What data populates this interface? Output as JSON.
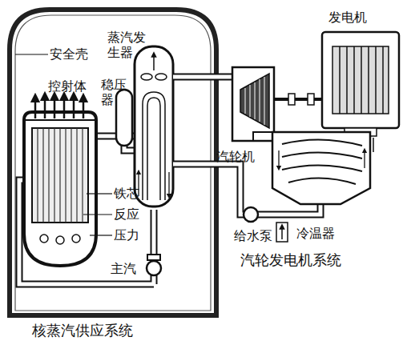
{
  "diagram": {
    "labels": [
      "安全壳",
      "蒸汽发 生器",
      "控射体",
      "稳压 器",
      "铁芯",
      "反应",
      "压力",
      "主汽",
      "核蒸汽供应系统",
      "发电机",
      "汽轮机",
      "给水泵",
      "冷温器",
      "汽轮发电机系统"
    ]
  }
}
